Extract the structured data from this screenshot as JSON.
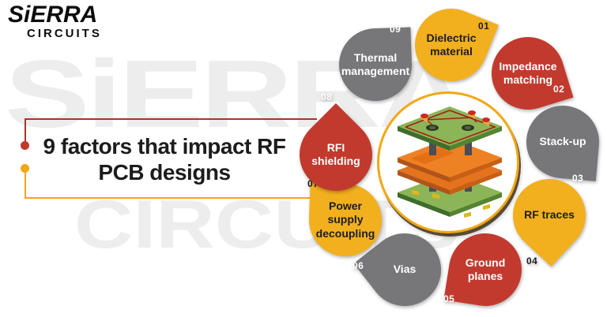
{
  "logo": {
    "line1": "SiERRA",
    "line2": "CIRCUITS"
  },
  "watermark": {
    "line1": "SiERRA",
    "line2": "CIRCUITS"
  },
  "title": {
    "line1": "9 factors that impact RF",
    "line2": "PCB designs"
  },
  "palette": {
    "yellow": "#f2b01e",
    "red": "#c23a2e",
    "gray": "#77777a",
    "ring": "#f2a713",
    "line_red": "#a93529",
    "dot_red": "#c0392b",
    "line_yellow": "#f2a713",
    "text_dark": "#1d1d1d",
    "text_light": "#ffffff"
  },
  "diagram": {
    "center_icon": "pcb-stackup-illustration",
    "items": [
      {
        "num": "01",
        "label": "Dielectric material",
        "color": "yellow"
      },
      {
        "num": "02",
        "label": "Impedance matching",
        "color": "red"
      },
      {
        "num": "03",
        "label": "Stack-up",
        "color": "gray"
      },
      {
        "num": "04",
        "label": "RF traces",
        "color": "yellow"
      },
      {
        "num": "05",
        "label": "Ground planes",
        "color": "red"
      },
      {
        "num": "06",
        "label": "Vias",
        "color": "gray"
      },
      {
        "num": "07",
        "label": "Power supply decoupling",
        "color": "yellow"
      },
      {
        "num": "08",
        "label": "RFI shielding",
        "color": "red"
      },
      {
        "num": "09",
        "label": "Thermal management",
        "color": "gray"
      }
    ]
  }
}
